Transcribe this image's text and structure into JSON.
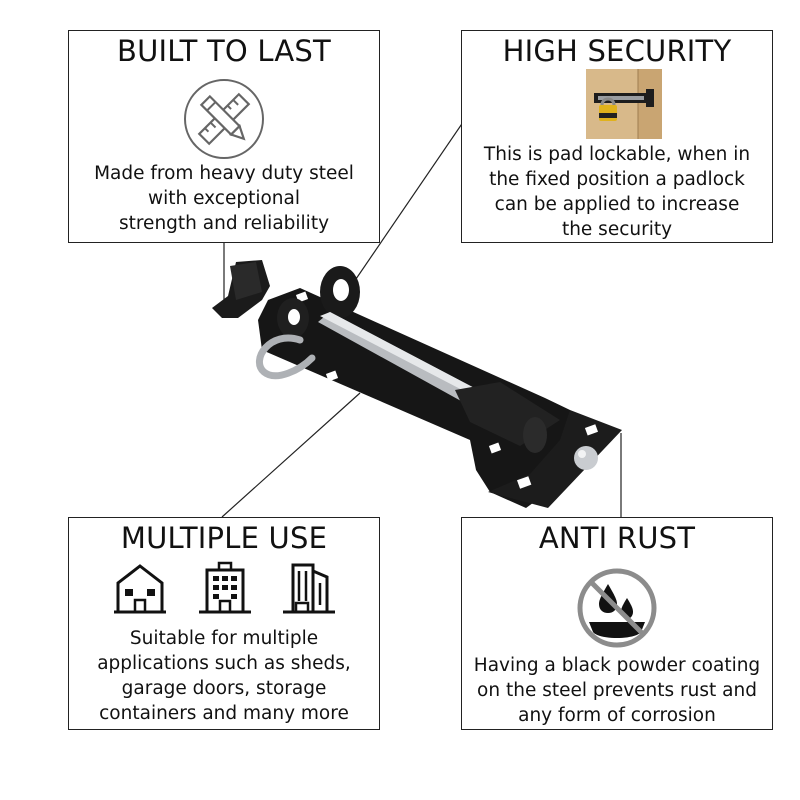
{
  "panels": {
    "built_to_last": {
      "title": "BUILT TO LAST",
      "icon": "ruler-pencil-icon",
      "line1": "Made from heavy duty steel",
      "line2": "with exceptional",
      "line3": "strength and reliability"
    },
    "high_security": {
      "title": "HIGH SECURITY",
      "icon": "padlocked-bolt-photo",
      "line1": "This is pad lockable, when in",
      "line2": "the fixed position a padlock",
      "line3": "can be applied to increase",
      "line4": "the security"
    },
    "multiple_use": {
      "title": "MULTIPLE USE",
      "icons": [
        "house-icon",
        "apartment-building-icon",
        "office-building-icon"
      ],
      "line1": "Suitable for multiple",
      "line2": "applications such as sheds,",
      "line3": "garage doors, storage",
      "line4": "containers and many more"
    },
    "anti_rust": {
      "title": "ANTI RUST",
      "icon": "no-water-drops-icon",
      "line1": "Having a black powder coating",
      "line2": "on the steel prevents rust and",
      "line3": "any form of corrosion"
    }
  },
  "product": {
    "name": "padbolt-image",
    "colors": {
      "body": "#1a1a1a",
      "bolt": "#b9bcc0"
    }
  }
}
